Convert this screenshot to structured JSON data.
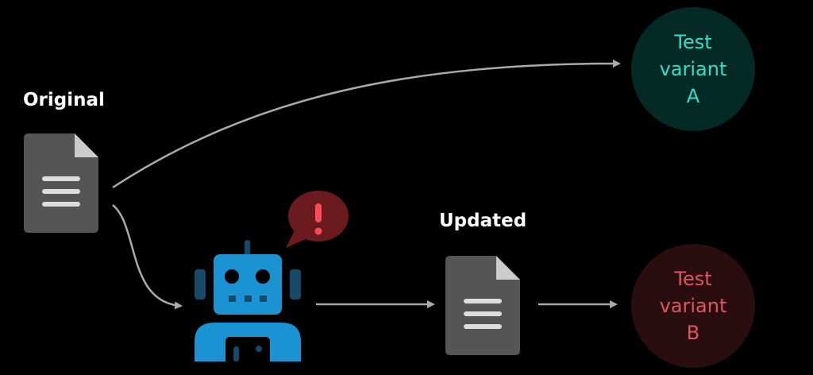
{
  "labels": {
    "original": "Original",
    "updated": "Updated"
  },
  "variants": [
    {
      "line1": "Test",
      "line2": "variant",
      "line3": "A",
      "color": "#2de0cc",
      "bg": "#052a25"
    },
    {
      "line1": "Test",
      "line2": "variant",
      "line3": "B",
      "color": "#e0555f",
      "bg": "#2a0d0f"
    }
  ],
  "colors": {
    "robot": "#1b92d1",
    "robot_dark": "#164a66",
    "doc": "#555555",
    "alert_bubble": "#6b1a1e",
    "alert_mark": "#ff4a5a",
    "arrow": "#aaaaaa"
  }
}
